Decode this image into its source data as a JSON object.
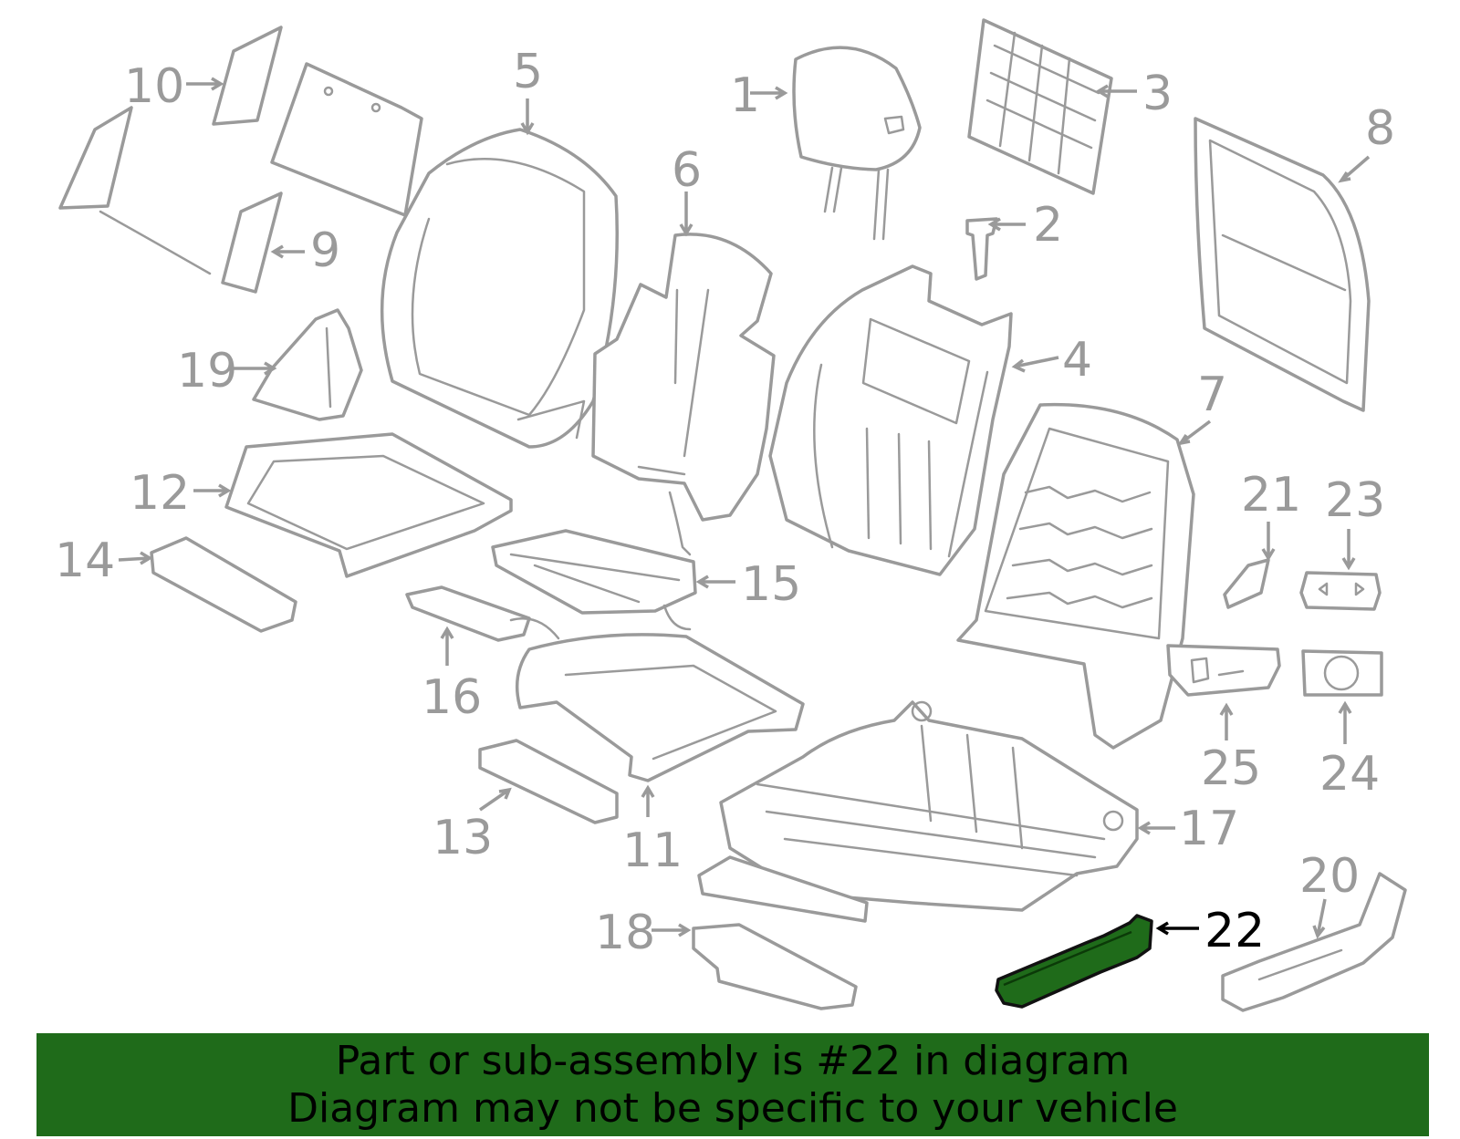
{
  "diagram": {
    "callouts": [
      {
        "id": "1",
        "label": "1"
      },
      {
        "id": "2",
        "label": "2"
      },
      {
        "id": "3",
        "label": "3"
      },
      {
        "id": "4",
        "label": "4"
      },
      {
        "id": "5",
        "label": "5"
      },
      {
        "id": "6",
        "label": "6"
      },
      {
        "id": "7",
        "label": "7"
      },
      {
        "id": "8",
        "label": "8"
      },
      {
        "id": "9",
        "label": "9"
      },
      {
        "id": "10",
        "label": "10"
      },
      {
        "id": "11",
        "label": "11"
      },
      {
        "id": "12",
        "label": "12"
      },
      {
        "id": "13",
        "label": "13"
      },
      {
        "id": "14",
        "label": "14"
      },
      {
        "id": "15",
        "label": "15"
      },
      {
        "id": "16",
        "label": "16"
      },
      {
        "id": "17",
        "label": "17"
      },
      {
        "id": "18",
        "label": "18"
      },
      {
        "id": "19",
        "label": "19"
      },
      {
        "id": "20",
        "label": "20"
      },
      {
        "id": "21",
        "label": "21"
      },
      {
        "id": "22",
        "label": "22"
      },
      {
        "id": "23",
        "label": "23"
      },
      {
        "id": "24",
        "label": "24"
      },
      {
        "id": "25",
        "label": "25"
      }
    ],
    "highlighted_part": "22",
    "colors": {
      "line_art": "#9a9a9a",
      "highlight_fill": "#1f6b1a",
      "highlight_label": "#000000",
      "banner_background": "#1f6b1a"
    }
  },
  "banner": {
    "line1": "Part or sub-assembly is #22 in diagram",
    "line2": "Diagram may not be specific to your vehicle"
  }
}
